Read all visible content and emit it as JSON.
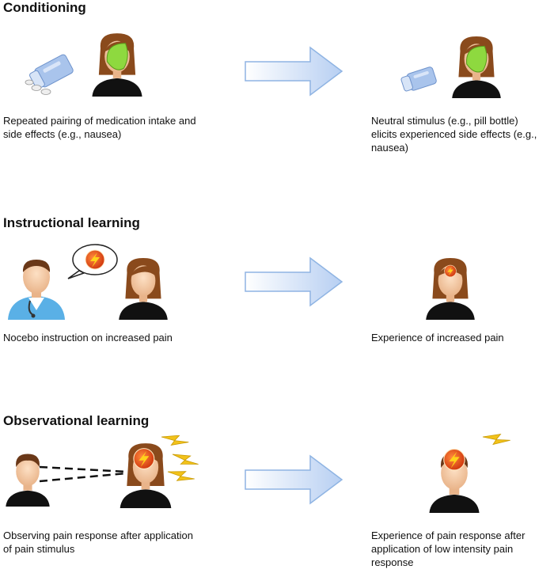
{
  "sections": [
    {
      "heading": "Conditioning",
      "before": "Repeated pairing of medication intake and side effects (e.g., nausea)",
      "after": "Neutral stimulus (e.g., pill bottle) elicits experienced side effects (e.g., nausea)"
    },
    {
      "heading": "Instructional learning",
      "before": "Nocebo instruction on increased pain",
      "after": "Experience of increased pain"
    },
    {
      "heading": "Observational learning",
      "before": "Observing pain response after application of pain stimulus",
      "after": "Experience of pain response after application of low intensity pain response"
    }
  ],
  "colors": {
    "arrow": "#c4d9f5",
    "arrow_edge": "#8fb4e3",
    "nausea_face": "#8ed93f",
    "pain_bolt": "#f2c21a",
    "pill_bottle": "#a9c4ec"
  }
}
